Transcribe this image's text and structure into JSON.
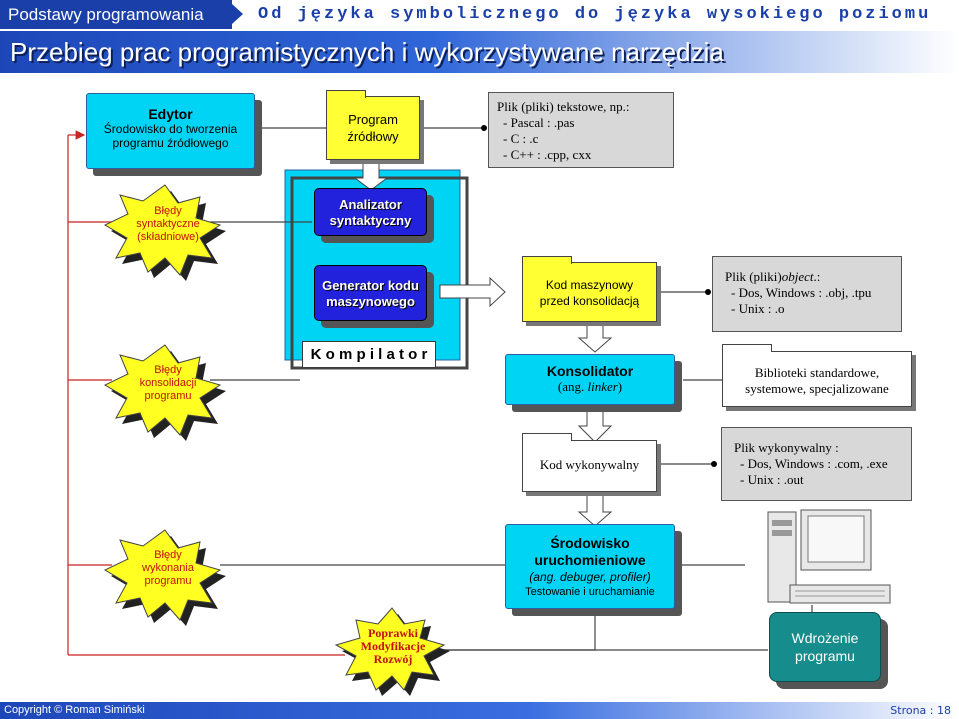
{
  "header": {
    "left_title": "Podstawy programowania",
    "subtitle": "Od języka symbolicznego do języka wysokiego poziomu",
    "main_title": "Przebieg prac programistycznych i wykorzystywane narzędzia"
  },
  "editor": {
    "title": "Edytor",
    "line1": "Środowisko do tworzenia",
    "line2": "programu źródłowego"
  },
  "source_file": {
    "line1": "Program",
    "line2": "źródłowy"
  },
  "note_text_files": {
    "line1": "Plik (pliki) tekstowe, np.:",
    "line2": "- Pascal : .pas",
    "line3": "- C : .c",
    "line4": "- C++ : .cpp, cxx"
  },
  "syntax_errors": {
    "line1": "Błędy",
    "line2": "syntaktyczne",
    "line3": "(składniowe)"
  },
  "parser": {
    "line1": "Analizator",
    "line2": "syntaktyczny"
  },
  "codegen": {
    "line1": "Generator kodu",
    "line2": "maszynowego"
  },
  "object_file": {
    "line1": "Kod maszynowy",
    "line2": "przed konsolidacją"
  },
  "note_object": {
    "line1": "Plik (pliki)",
    "line1_italic": "object",
    "line1_end": ".:",
    "line2": "- Dos, Windows : .obj, .tpu",
    "line3": "- Unix : .o"
  },
  "link_errors": {
    "line1": "Błędy",
    "line2": "konsolidacji",
    "line3": "programu"
  },
  "compiler_label": "K o m p i l a t o r",
  "linker": {
    "title": "Konsolidator",
    "sub_prefix": "(ang. ",
    "sub_italic": "linker",
    "sub_suffix": ")"
  },
  "libraries": {
    "line1": "Biblioteki standardowe,",
    "line2": "systemowe, specjalizowane"
  },
  "executable": {
    "label": "Kod wykonywalny"
  },
  "note_exec": {
    "line1": "Plik wykonywalny :",
    "line2": "- Dos, Windows : .com, .exe",
    "line3": "- Unix : .out"
  },
  "runtime_errors": {
    "line1": "Błędy",
    "line2": "wykonania",
    "line3": "programu"
  },
  "runtime_env": {
    "line1": "Środowisko",
    "line2": "uruchomieniowe",
    "line3": "(ang. debuger, profiler)",
    "line4": "Testowanie i uruchamianie"
  },
  "fixes": {
    "line1": "Poprawki",
    "line2": "Modyfikacje",
    "line3": "Rozwój"
  },
  "deploy": {
    "line1": "Wdrożenie",
    "line2": "programu"
  },
  "footer": {
    "copyright": "Copyright © Roman Simiński",
    "page": "Strona : 18"
  },
  "colors": {
    "accent_blue": "#1a3fa8",
    "cyan": "#00d4f5",
    "error_red": "#c41010",
    "teal": "#178c8c",
    "arrow_red": "#cc2222"
  }
}
